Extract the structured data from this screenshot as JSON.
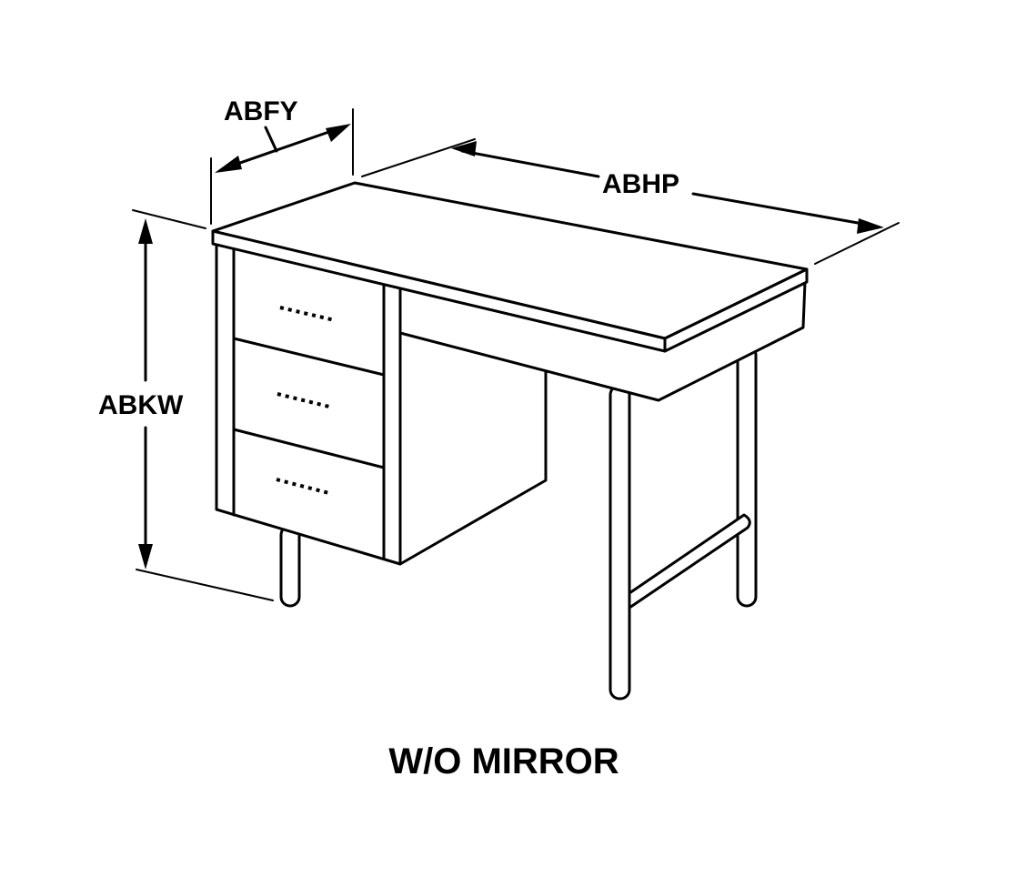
{
  "dimensions": {
    "depth_label": "ABFY",
    "width_label": "ABHP",
    "height_label": "ABKW"
  },
  "caption": "W/O MIRROR"
}
